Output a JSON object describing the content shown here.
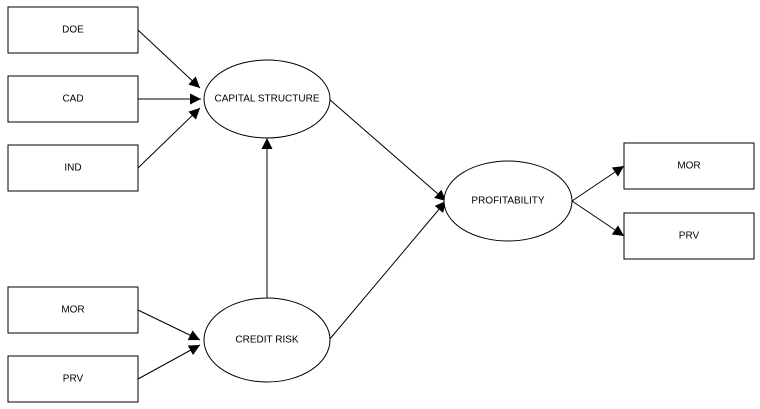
{
  "nodes": {
    "doe": {
      "label": "DOE"
    },
    "cad": {
      "label": "CAD"
    },
    "ind": {
      "label": "IND"
    },
    "mor_in": {
      "label": "MOR"
    },
    "prv_in": {
      "label": "PRV"
    },
    "capital_structure": {
      "label": "CAPITAL STRUCTURE"
    },
    "credit_risk": {
      "label": "CREDIT RISK"
    },
    "profitability": {
      "label": "PROFITABILITY"
    },
    "mor_out": {
      "label": "MOR"
    },
    "prv_out": {
      "label": "PRV"
    }
  },
  "edges": [
    {
      "from": "doe",
      "to": "capital_structure"
    },
    {
      "from": "cad",
      "to": "capital_structure"
    },
    {
      "from": "ind",
      "to": "capital_structure"
    },
    {
      "from": "credit_risk",
      "to": "capital_structure"
    },
    {
      "from": "mor_in",
      "to": "credit_risk"
    },
    {
      "from": "prv_in",
      "to": "credit_risk"
    },
    {
      "from": "capital_structure",
      "to": "profitability"
    },
    {
      "from": "credit_risk",
      "to": "profitability"
    },
    {
      "from": "profitability",
      "to": "mor_out"
    },
    {
      "from": "profitability",
      "to": "prv_out"
    }
  ],
  "colors": {
    "stroke": "#000000",
    "fill": "#ffffff"
  }
}
